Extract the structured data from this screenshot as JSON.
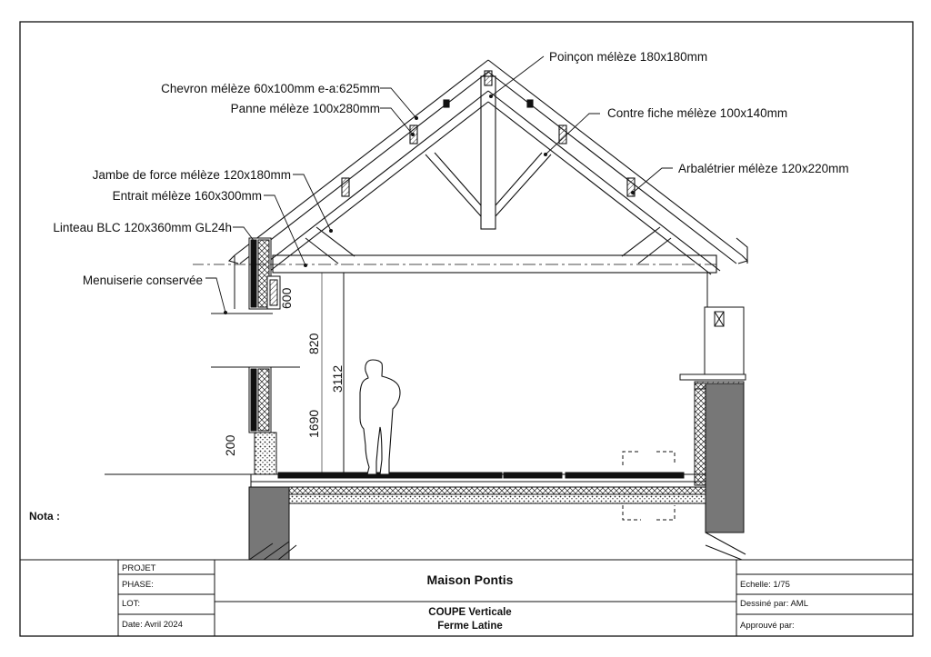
{
  "labels": {
    "poincon": "Poinçon mélèze 180x180mm",
    "chevron": "Chevron mélèze 60x100mm e-a:625mm",
    "panne": "Panne mélèze 100x280mm",
    "contre_fiche": "Contre fiche mélèze 100x140mm",
    "jambe": "Jambe de force mélèze 120x180mm",
    "arbaletrier": "Arbalétrier mélèze 120x220mm",
    "entrait": "Entrait mélèze 160x300mm",
    "linteau": "Linteau BLC 120x360mm GL24h",
    "menuiserie": "Menuiserie conservée"
  },
  "dimensions": {
    "d600": "600",
    "d820": "820",
    "d3112": "3112",
    "d1690": "1690",
    "d200": "200"
  },
  "nota": "Nota :",
  "cartouche": {
    "projet": "PROJET",
    "phase": "PHASE:",
    "lot": "LOT:",
    "date": "Date: Avril 2024",
    "title": "Maison Pontis",
    "subtitle1": "COUPE Verticale",
    "subtitle2": "Ferme Latine",
    "echelle": "Echelle: 1/75",
    "dessine": "Dessiné par:  AML",
    "approuve": "Approuvé par:"
  }
}
